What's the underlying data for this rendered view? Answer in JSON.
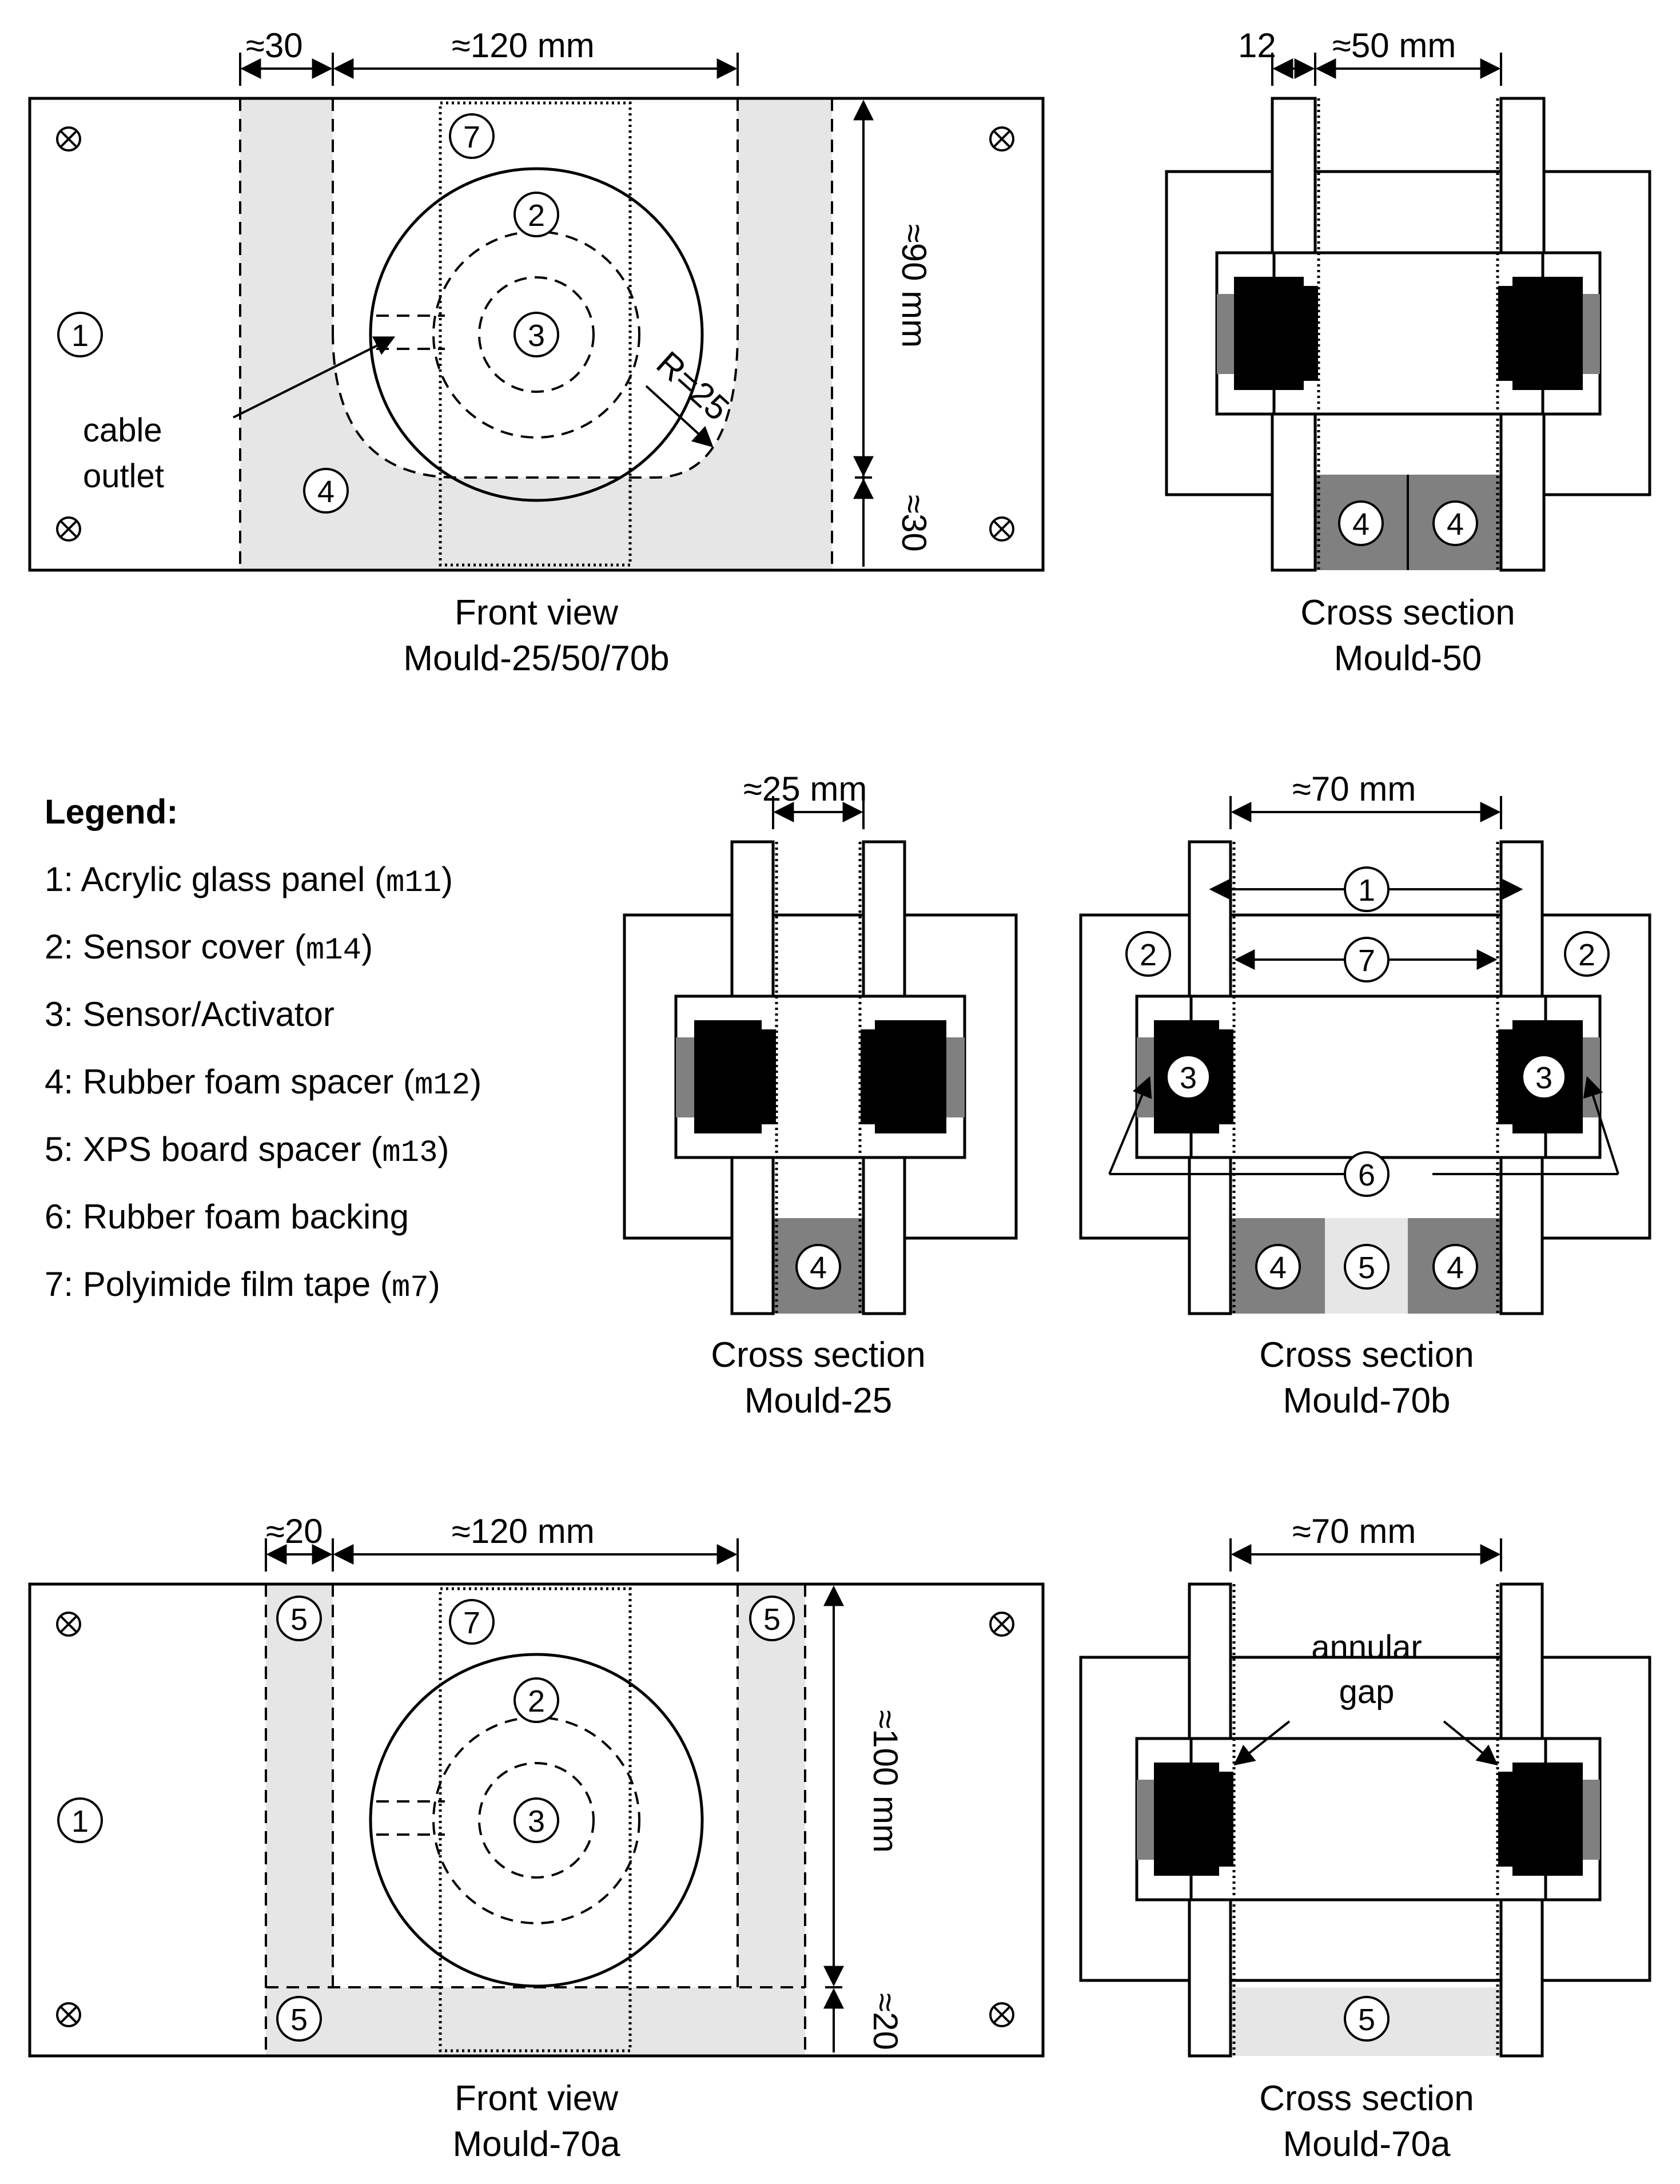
{
  "legend": {
    "title": "Legend:",
    "items": [
      {
        "text": "1: Acrylic glass panel (",
        "code": "m11",
        "close": ")"
      },
      {
        "text": "2: Sensor cover (",
        "code": "m14",
        "close": ")"
      },
      {
        "text": "3: Sensor/Activator",
        "code": "",
        "close": ""
      },
      {
        "text": "4: Rubber foam spacer (",
        "code": "m12",
        "close": ")"
      },
      {
        "text": "5: XPS board spacer (",
        "code": "m13",
        "close": ")"
      },
      {
        "text": "6: Rubber foam backing",
        "code": "",
        "close": ""
      },
      {
        "text": "7: Polyimide film tape (",
        "code": "m7",
        "close": ")"
      }
    ]
  },
  "captions": {
    "front_top": [
      "Front view",
      "Mould-25/50/70b"
    ],
    "cs50": [
      "Cross section",
      "Mould-50"
    ],
    "cs25": [
      "Cross section",
      "Mould-25"
    ],
    "cs70b": [
      "Cross section",
      "Mould-70b"
    ],
    "front_bottom": [
      "Front view",
      "Mould-70a"
    ],
    "cs70a": [
      "Cross section",
      "Mould-70a"
    ]
  },
  "dims": {
    "front_top_a": "≈30",
    "front_top_b": "≈120 mm",
    "front_top_h": "≈90 mm",
    "front_top_h2": "≈30",
    "front_top_r": "R=25",
    "cs50_a": "12",
    "cs50_b": "≈50 mm",
    "cs25": "≈25 mm",
    "cs70b": "≈70 mm",
    "front_bottom_a": "≈20",
    "front_bottom_b": "≈120 mm",
    "front_bottom_h": "≈100 mm",
    "front_bottom_h2": "≈20",
    "cs70a": "≈70 mm"
  },
  "labels": {
    "cable_outlet": [
      "cable",
      "outlet"
    ],
    "annular_gap": [
      "annular",
      "gap"
    ],
    "markers": [
      "1",
      "2",
      "3",
      "4",
      "5",
      "6",
      "7"
    ]
  },
  "colors": {
    "light_gray": "#e6e6e6",
    "mid_gray": "#808080",
    "sensor": "#000000"
  }
}
